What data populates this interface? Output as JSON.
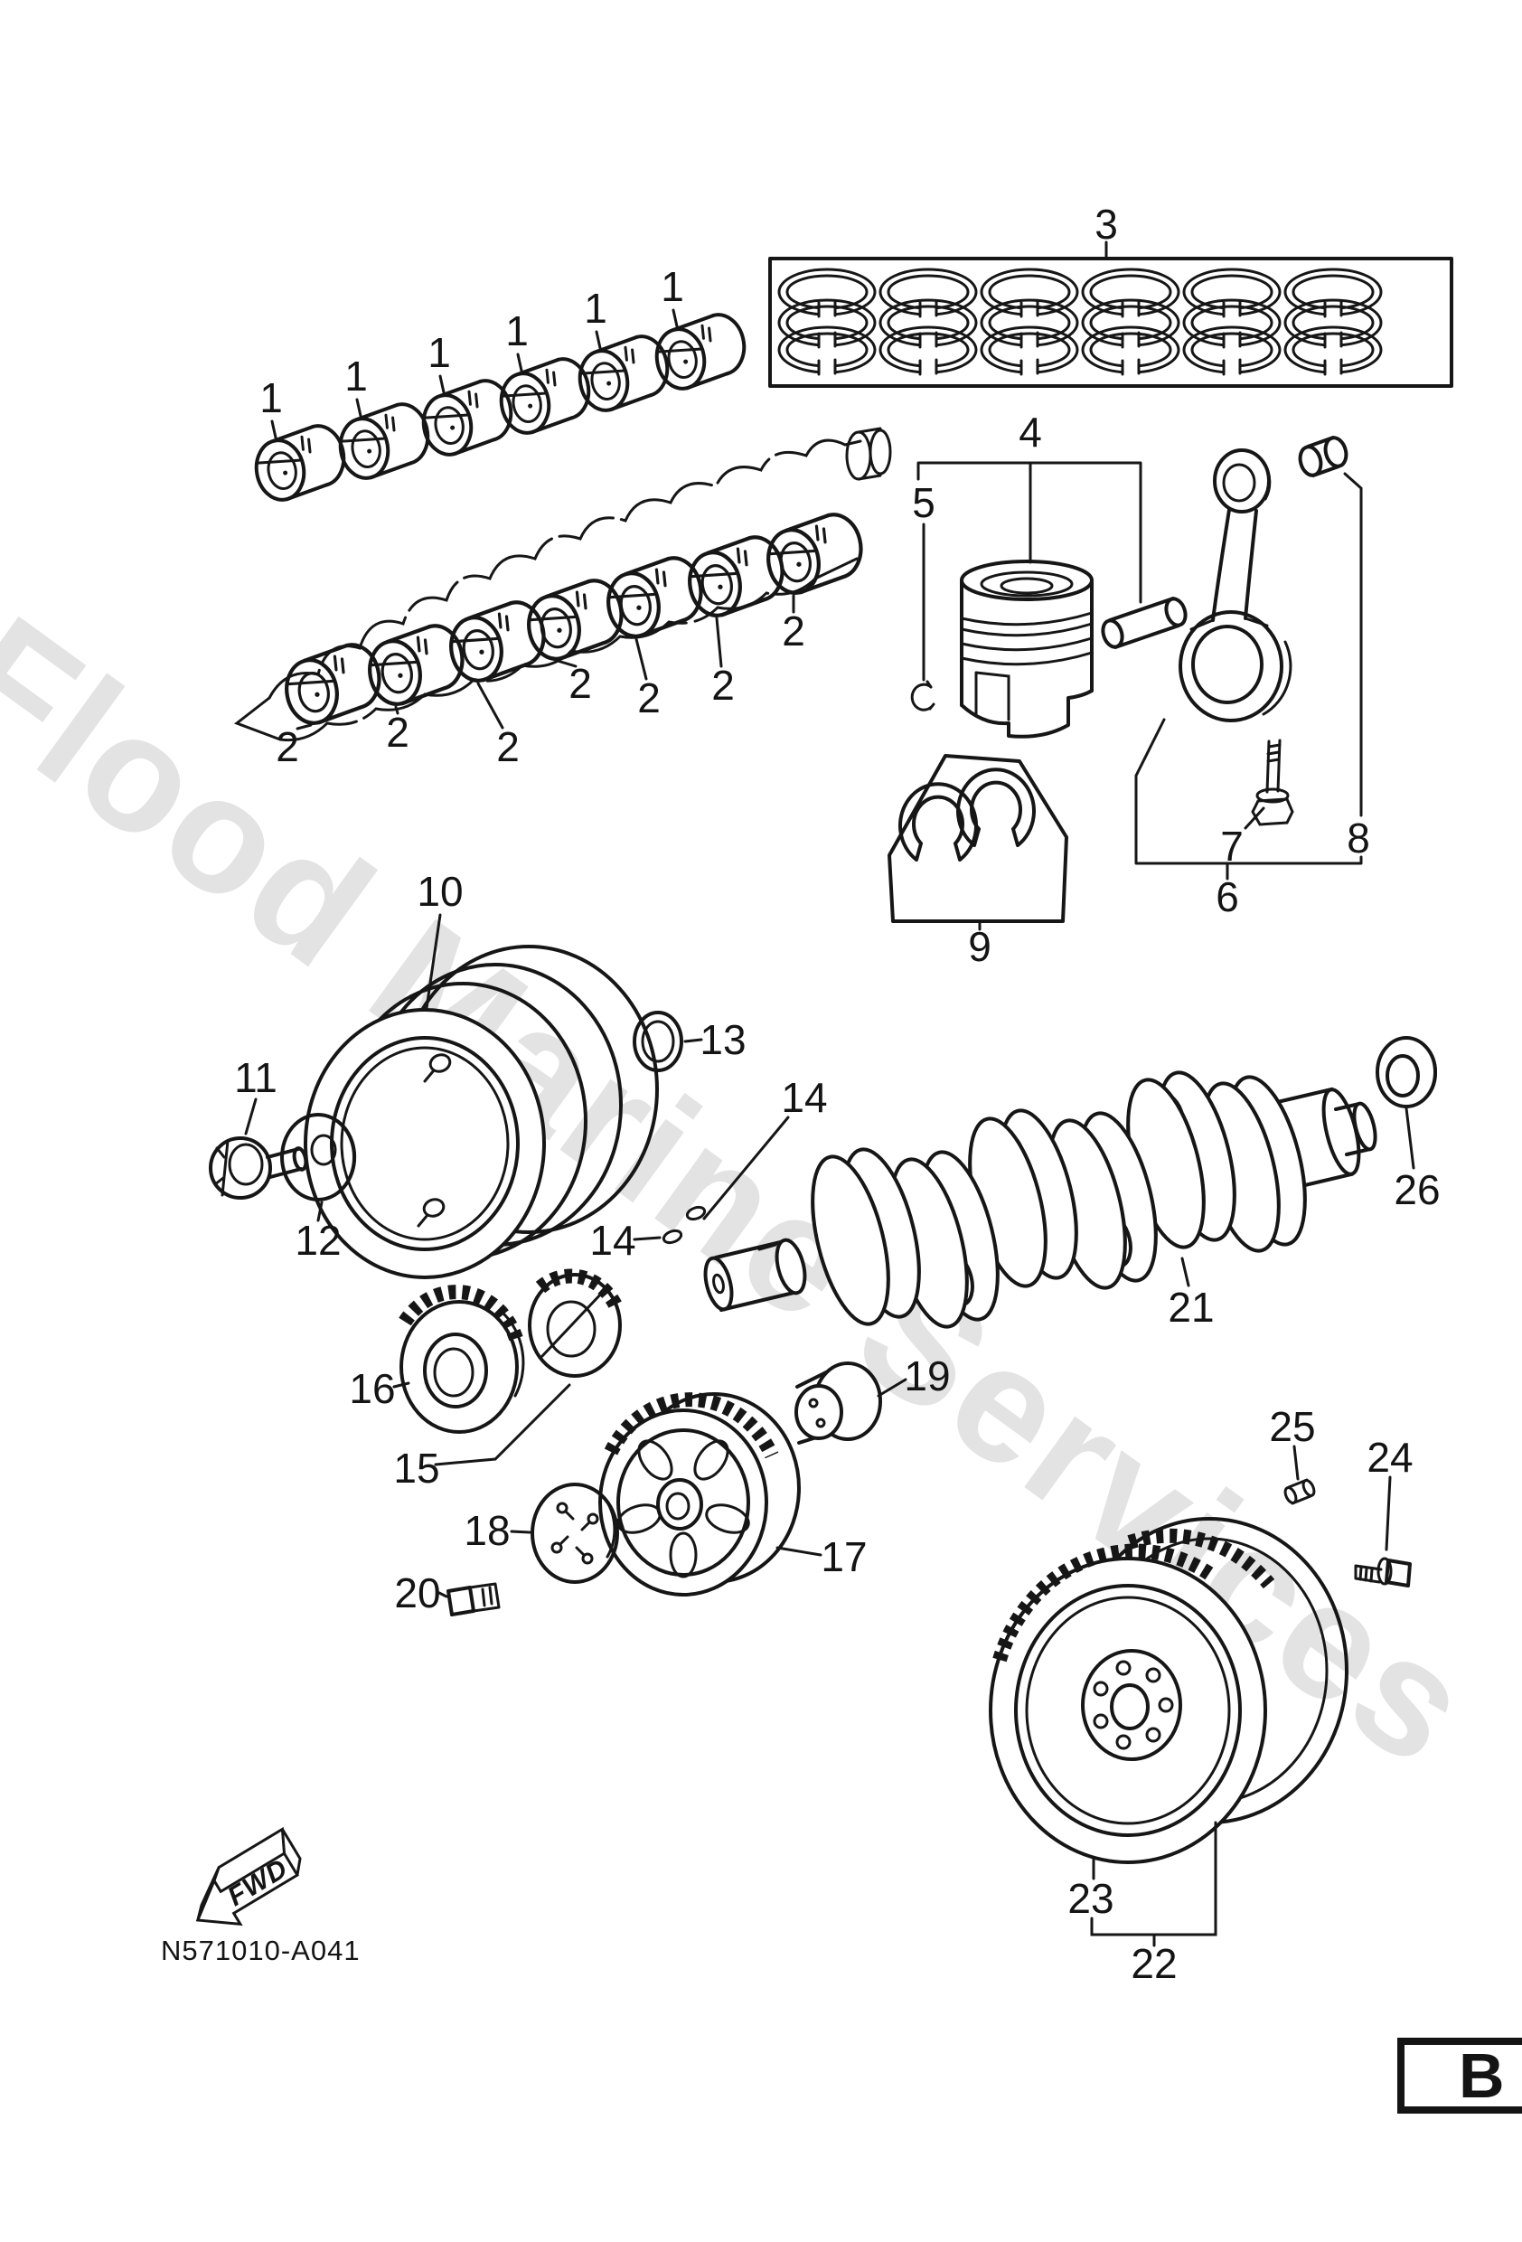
{
  "document": {
    "drawing_code": "N571010-A041",
    "section_letter": "B",
    "orientation_label": "FWD",
    "watermark_text": "Flood Marine Services"
  },
  "colors": {
    "line": "#161616",
    "label": "#141414",
    "watermark": "#e3e3e3",
    "background": "#ffffff"
  },
  "callouts": [
    {
      "text": "1"
    },
    {
      "text": "1"
    },
    {
      "text": "1"
    },
    {
      "text": "1"
    },
    {
      "text": "1"
    },
    {
      "text": "1"
    },
    {
      "text": "2"
    },
    {
      "text": "2"
    },
    {
      "text": "2"
    },
    {
      "text": "2"
    },
    {
      "text": "2"
    },
    {
      "text": "2"
    },
    {
      "text": "2"
    },
    {
      "text": "3"
    },
    {
      "text": "4"
    },
    {
      "text": "5"
    },
    {
      "text": "6"
    },
    {
      "text": "7"
    },
    {
      "text": "8"
    },
    {
      "text": "9"
    },
    {
      "text": "10"
    },
    {
      "text": "11"
    },
    {
      "text": "12"
    },
    {
      "text": "13"
    },
    {
      "text": "14"
    },
    {
      "text": "14"
    },
    {
      "text": "15"
    },
    {
      "text": "16"
    },
    {
      "text": "17"
    },
    {
      "text": "18"
    },
    {
      "text": "19"
    },
    {
      "text": "20"
    },
    {
      "text": "21"
    },
    {
      "text": "22"
    },
    {
      "text": "23"
    },
    {
      "text": "24"
    },
    {
      "text": "25"
    },
    {
      "text": "26"
    }
  ]
}
